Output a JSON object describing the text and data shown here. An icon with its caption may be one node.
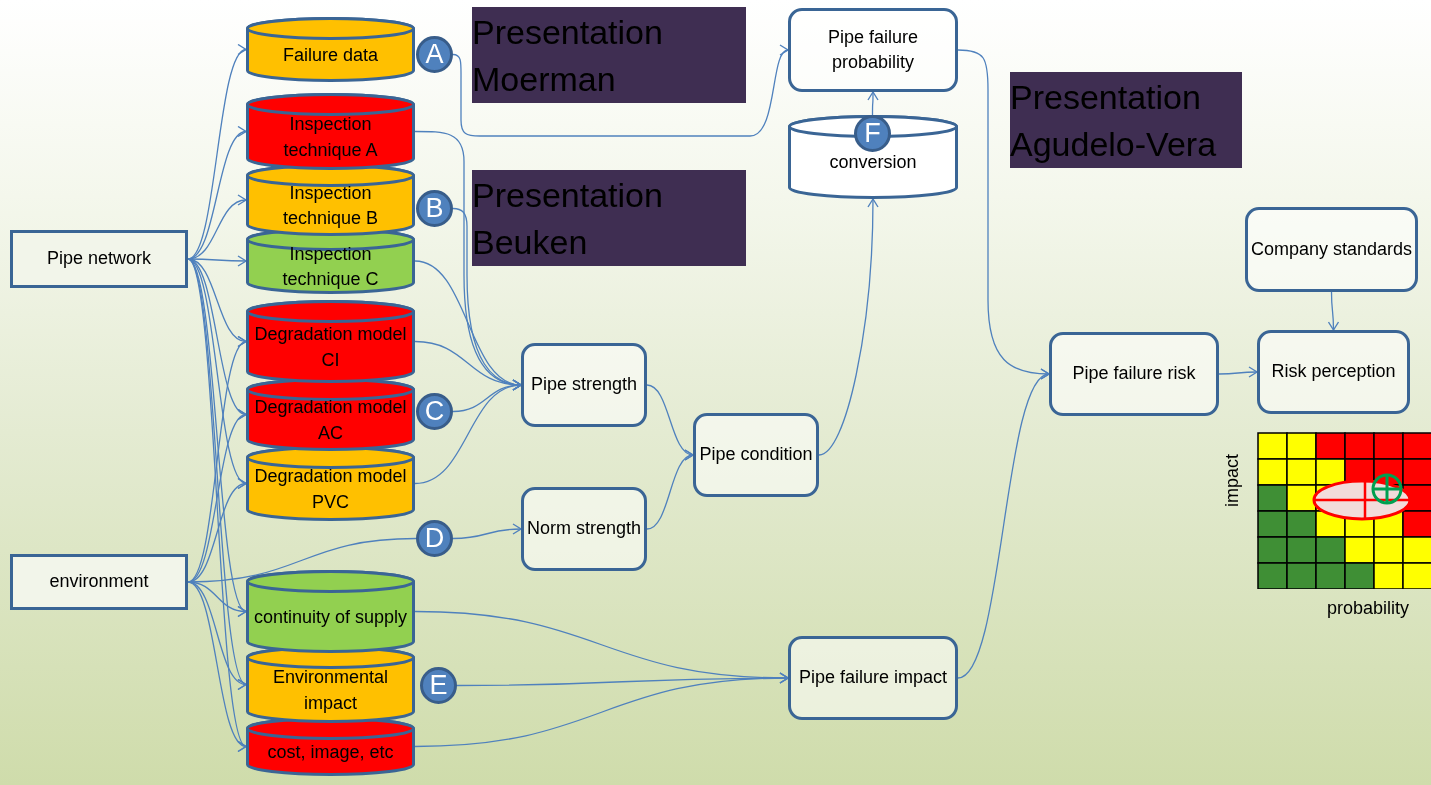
{
  "diagram": {
    "nodes": [
      {
        "text": [
          "Pipe network"
        ]
      },
      {
        "text": [
          "environment"
        ]
      },
      {
        "text": [
          "Failure data"
        ]
      },
      {
        "text": [
          "Inspection technique A"
        ]
      },
      {
        "text": [
          "Inspection technique B"
        ]
      },
      {
        "text": [
          "Inspection technique C"
        ]
      },
      {
        "text": [
          "Degradation model CI"
        ]
      },
      {
        "text": [
          "Degradation model AC"
        ]
      },
      {
        "text": [
          "Degradation model PVC"
        ]
      },
      {
        "text": [
          "continuity of supply"
        ]
      },
      {
        "text": [
          "Environmental impact"
        ]
      },
      {
        "text": [
          "cost, image, etc"
        ]
      },
      {
        "text": [
          "A"
        ]
      },
      {
        "text": [
          "B"
        ]
      },
      {
        "text": [
          "C"
        ]
      },
      {
        "text": [
          "D"
        ]
      },
      {
        "text": [
          "E"
        ]
      },
      {
        "text": [
          "F"
        ],
        "in": 22
      },
      {
        "text": [
          "Presentation Moerman"
        ]
      },
      {
        "text": [
          "Presentation Beuken"
        ]
      },
      {
        "text": [
          "Presentation Agudelo-Vera"
        ]
      },
      {
        "text": [
          "Pipe failure probability"
        ]
      },
      {
        "text": [
          "conversion"
        ]
      },
      {
        "text": [
          "Pipe strength"
        ]
      },
      {
        "text": [
          "Norm strength"
        ]
      },
      {
        "text": [
          "Pipe condition"
        ]
      },
      {
        "text": [
          "Pipe failure impact"
        ]
      },
      {
        "text": [
          "Pipe failure risk"
        ]
      },
      {
        "text": [
          "Company standards"
        ]
      },
      {
        "text": [
          "Risk perception"
        ]
      }
    ],
    "edges": [
      {
        "from": 0,
        "to": 2,
        "arrow": "to"
      },
      {
        "from": 0,
        "to": 3,
        "arrow": "to"
      },
      {
        "from": 0,
        "to": 4,
        "arrow": "to"
      },
      {
        "from": 0,
        "to": 5,
        "arrow": "to"
      },
      {
        "from": 0,
        "to": 6,
        "arrow": "to"
      },
      {
        "from": 0,
        "to": 7,
        "arrow": "to"
      },
      {
        "from": 0,
        "to": 8,
        "arrow": "to"
      },
      {
        "from": 0,
        "to": 9,
        "arrow": "to"
      },
      {
        "from": 0,
        "to": 10,
        "arrow": "to"
      },
      {
        "from": 0,
        "to": 11,
        "arrow": "to"
      },
      {
        "from": 1,
        "to": 6,
        "arrow": "to"
      },
      {
        "from": 1,
        "to": 7,
        "arrow": "to"
      },
      {
        "from": 1,
        "to": 8,
        "arrow": "to"
      },
      {
        "from": 1,
        "to": 9,
        "arrow": "to"
      },
      {
        "from": 1,
        "to": 10,
        "arrow": "to"
      },
      {
        "from": 1,
        "to": 11,
        "arrow": "to"
      },
      {
        "from": 1,
        "to": 15,
        "arrow": "none"
      },
      {
        "from": 15,
        "to": 24,
        "arrow": "to"
      },
      {
        "from": 12,
        "to": 21,
        "arrow": "to"
      },
      {
        "from": 3,
        "to": 23,
        "arrow": "to"
      },
      {
        "from": 13,
        "to": 23,
        "arrow": "to"
      },
      {
        "from": 5,
        "to": 23,
        "arrow": "to"
      },
      {
        "from": 6,
        "to": 23,
        "arrow": "to"
      },
      {
        "from": 14,
        "to": 23,
        "arrow": "to"
      },
      {
        "from": 8,
        "to": 23,
        "arrow": "to"
      },
      {
        "from": 23,
        "to": 25,
        "arrow": "to"
      },
      {
        "from": 24,
        "to": 25,
        "arrow": "to"
      },
      {
        "from": 25,
        "to": 22,
        "arrow": "to"
      },
      {
        "from": 17,
        "to": 21,
        "arrow": "to"
      },
      {
        "from": 21,
        "to": 27,
        "arrow": "to"
      },
      {
        "from": 9,
        "to": 26,
        "arrow": "to"
      },
      {
        "from": 16,
        "to": 26,
        "arrow": "to"
      },
      {
        "from": 11,
        "to": 26,
        "arrow": "to"
      },
      {
        "from": 26,
        "to": 27,
        "arrow": "to"
      },
      {
        "from": 27,
        "to": 29,
        "arrow": "to"
      },
      {
        "from": 28,
        "to": 29,
        "arrow": "to"
      }
    ],
    "labels": [
      "impact",
      "probability"
    ]
  }
}
